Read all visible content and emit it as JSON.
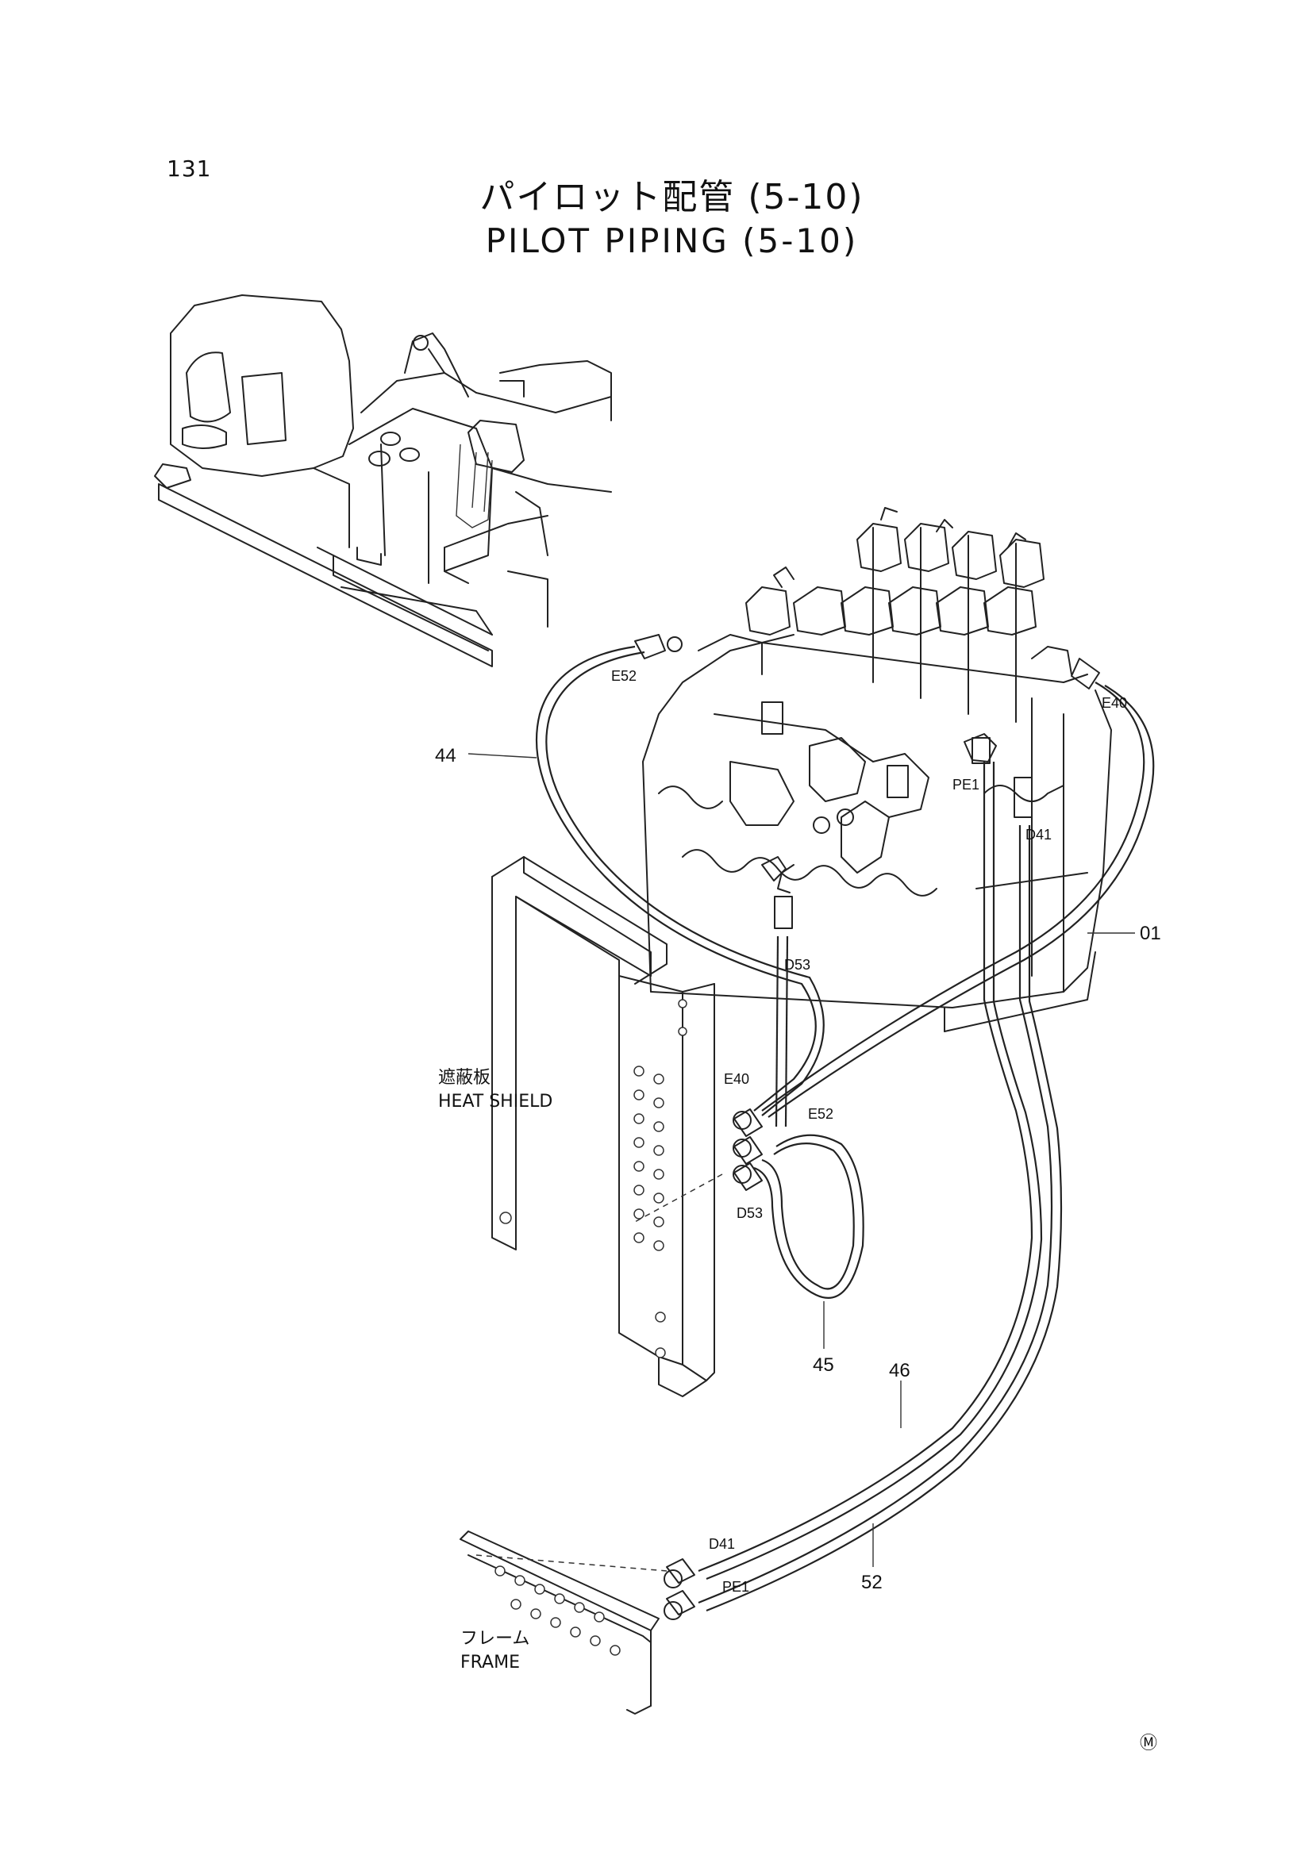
{
  "page_number": "131",
  "title_ja": "パイロット配管 (5-10)",
  "title_en": "PILOT PIPING (5-10)",
  "connectors": {
    "e52_top": "E52",
    "e40_top": "E40",
    "pe1_top": "PE1",
    "d41_top": "D41",
    "d53_top": "D53",
    "e40_bottom": "E40",
    "e52_bottom": "E52",
    "d53_bottom": "D53",
    "d41_bottom": "D41",
    "pe1_bottom": "PE1"
  },
  "parts": {
    "p44": "44",
    "p01": "01",
    "p45": "45",
    "p46": "46",
    "p52": "52"
  },
  "components": {
    "heat_shield_ja": "遮蔽板",
    "heat_shield_en": "HEAT SHIELD",
    "frame_ja": "フレーム",
    "frame_en": "FRAME"
  },
  "mark": "Ⓜ"
}
